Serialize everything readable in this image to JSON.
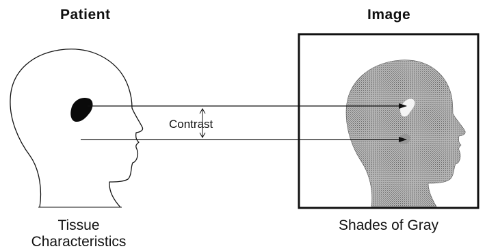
{
  "headings": {
    "patient": "Patient",
    "image": "Image"
  },
  "captions": {
    "patient_line1": "Tissue",
    "patient_line2": "Characteristics",
    "image": "Shades of Gray"
  },
  "contrast_label": "Contrast",
  "colors": {
    "ink": "#111111",
    "gray_head": "#a9a9a9",
    "highlight": "#f2f2f2"
  }
}
